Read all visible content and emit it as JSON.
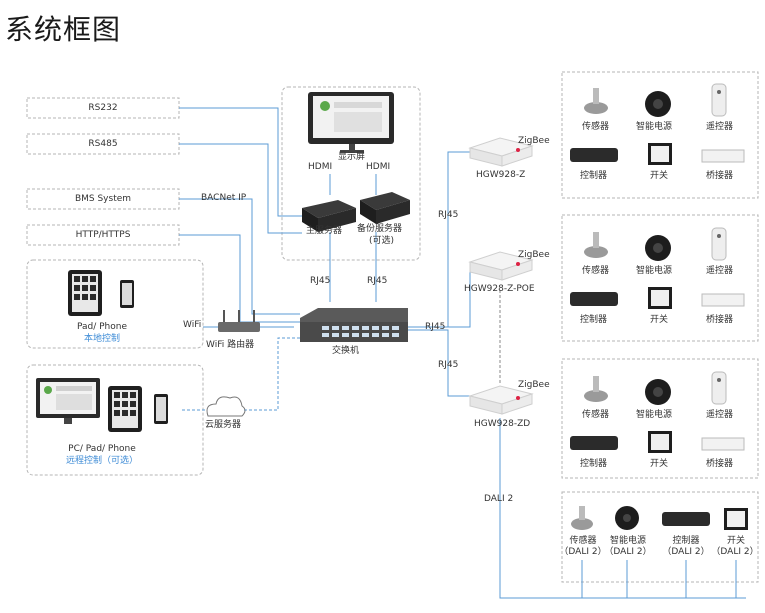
{
  "title": "系统框图",
  "left_systems": {
    "rs232": "RS232",
    "rs485": "RS485",
    "bms": "BMS System",
    "http": "HTTP/HTTPS"
  },
  "pad_phone": {
    "name": "Pad/ Phone",
    "mode": "本地控制"
  },
  "pc_pad_phone": {
    "name": "PC/ Pad/ Phone",
    "mode": "远程控制（可选）"
  },
  "servers": {
    "display": "显示屏",
    "hdmi_left": "HDMI",
    "hdmi_right": "HDMI",
    "main": "主服务器",
    "backup_line1": "备份服务器",
    "backup_line2": "(可选)"
  },
  "links": {
    "bacnet": "BACNet IP",
    "wifi": "WiFi",
    "rj45_main": "RJ45",
    "rj45_backup": "RJ45",
    "rj45_gw1": "RJ45",
    "rj45_gw2": "RJ45",
    "rj45_gw3": "RJ45",
    "dali": "DALI 2"
  },
  "network": {
    "router": "WiFi 路由器",
    "switch": "交换机",
    "cloud": "云服务器"
  },
  "gateways": [
    {
      "name": "HGW928-Z",
      "proto": "ZigBee"
    },
    {
      "name": "HGW928-Z-POE",
      "proto": "ZigBee"
    },
    {
      "name": "HGW928-ZD",
      "proto": "ZigBee"
    }
  ],
  "device_labels": {
    "sensor": "传感器",
    "power": "智能电源",
    "remote": "遥控器",
    "controller": "控制器",
    "switch": "开关",
    "bridge": "桥接器"
  },
  "dali_devices": [
    {
      "name": "传感器",
      "sub": "（DALI 2）"
    },
    {
      "name": "智能电源",
      "sub": "（DALI 2）"
    },
    {
      "name": "控制器",
      "sub": "（DALI 2）"
    },
    {
      "name": "开关",
      "sub": "（DALI 2）"
    }
  ],
  "colors": {
    "line": "#5b9bd5",
    "dash": "#9a9a9a",
    "text": "#333333",
    "accent": "#3d8bd6"
  }
}
